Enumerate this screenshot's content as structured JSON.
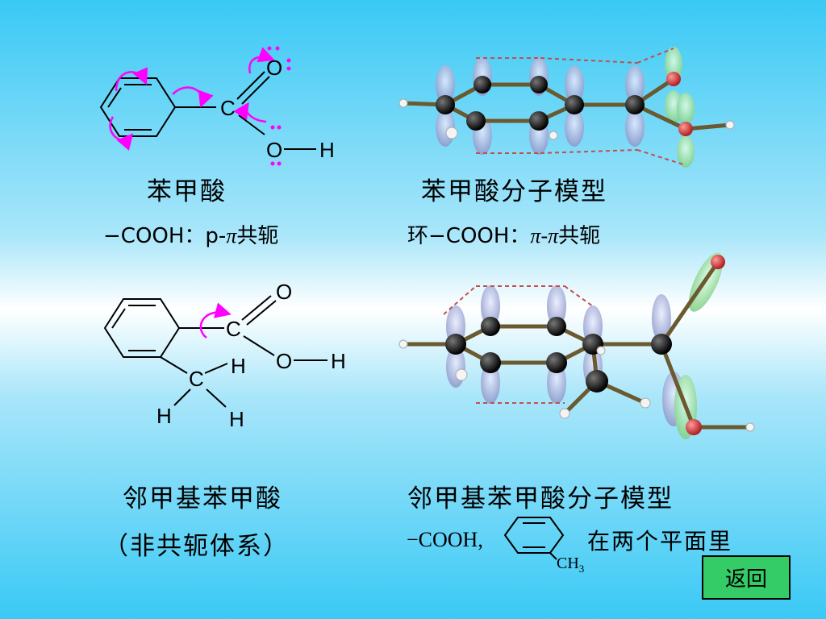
{
  "labels": {
    "benzoic_acid": "苯甲酸",
    "benzoic_acid_model": "苯甲酸分子模型",
    "o_toluic_acid": "邻甲基苯甲酸",
    "o_toluic_acid_note": "（非共轭体系）",
    "o_toluic_acid_model": "邻甲基苯甲酸分子模型"
  },
  "conjugation_1": {
    "prefix": "−COOH：p-",
    "pi": "π",
    "suffix": "共轭"
  },
  "conjugation_2": {
    "prefix": "环−COOH：",
    "pi1": "π",
    "dash": "-",
    "pi2": "π",
    "suffix": "共轭"
  },
  "planes_note": {
    "prefix": "−COOH,",
    "ch3": "CH",
    "ch3_sub": "3",
    "suffix": "在两个平面里"
  },
  "structure_atoms": {
    "C": "C",
    "O": "O",
    "H": "H"
  },
  "back_button": "返回",
  "colors": {
    "arrow": "#ff00ff",
    "button": "#33cc66",
    "bg_top": "#39c9f5"
  }
}
